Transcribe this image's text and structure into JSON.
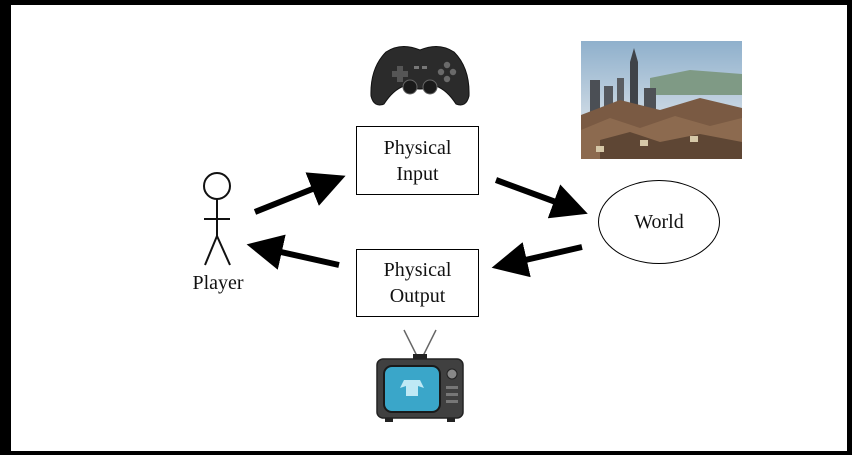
{
  "diagram": {
    "player_label": "Player",
    "physical_input": {
      "line1": "Physical",
      "line2": "Input"
    },
    "physical_output": {
      "line1": "Physical",
      "line2": "Output"
    },
    "world_label": "World"
  },
  "icons": {
    "gamepad": "gamepad-icon",
    "city_scene": "city-scene-image",
    "television": "television-icon",
    "stick_figure": "stick-figure-icon"
  },
  "colors": {
    "frame": "#000000",
    "arrow": "#000000",
    "tv_screen": "#3aa6c9",
    "gamepad_body": "#2b2b2b"
  }
}
